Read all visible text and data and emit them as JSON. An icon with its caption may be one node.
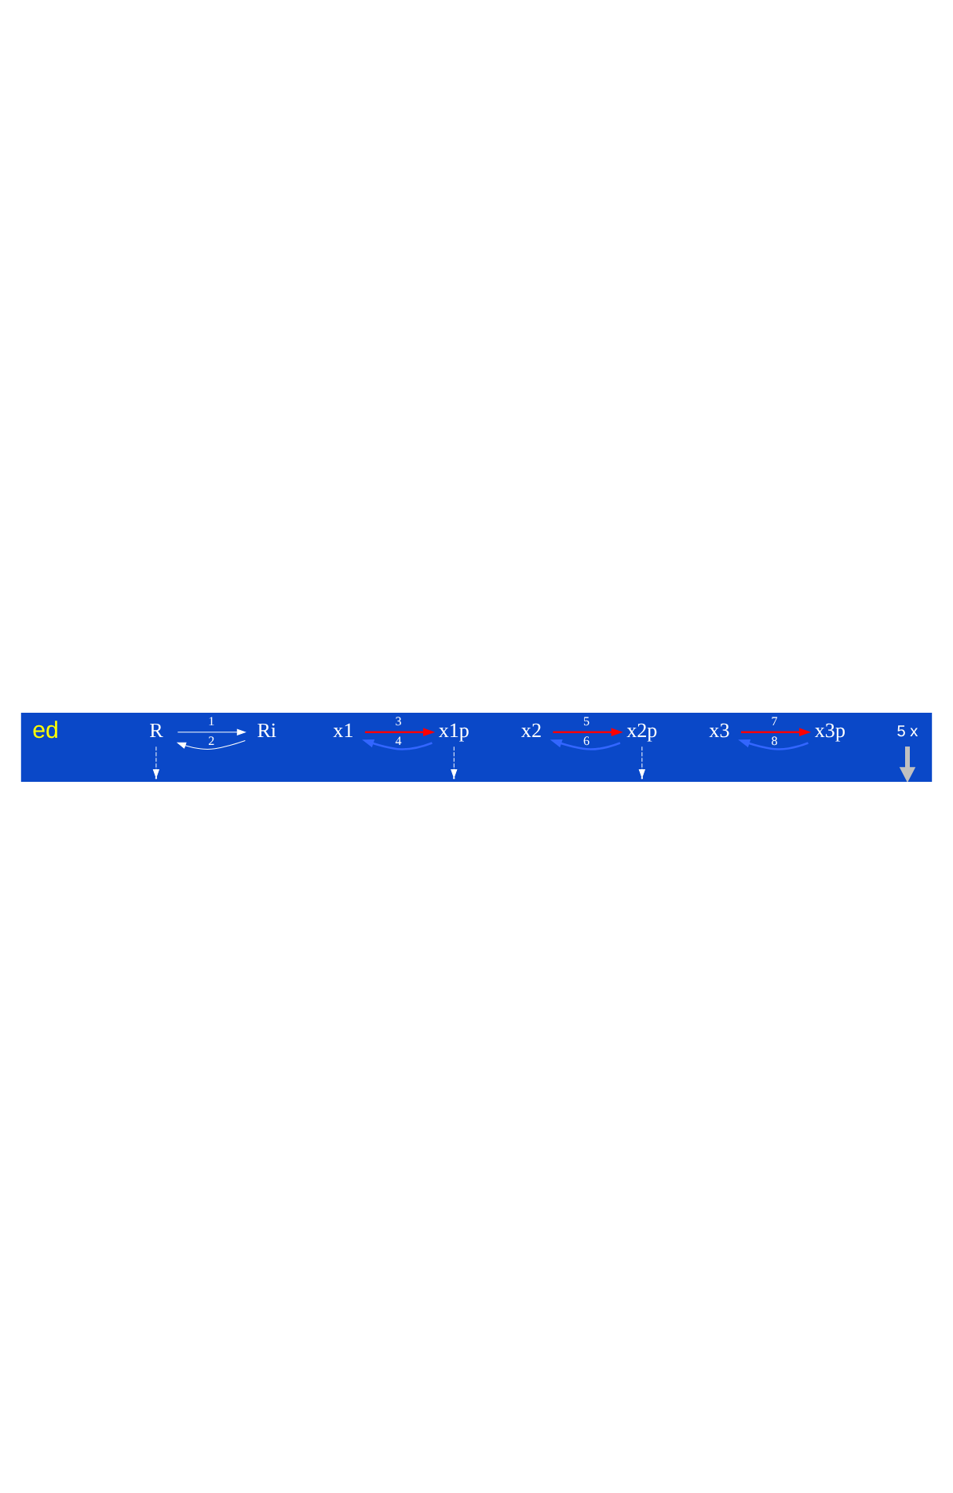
{
  "diagram": {
    "nodes": [
      {
        "text": [
          "R"
        ]
      },
      {
        "text": [
          "Ri"
        ]
      },
      {
        "text": [
          "x1"
        ]
      },
      {
        "text": [
          "x1p"
        ]
      },
      {
        "text": [
          "x2"
        ]
      },
      {
        "text": [
          "x2p"
        ]
      },
      {
        "text": [
          "x3"
        ]
      },
      {
        "text": [
          "x3p"
        ]
      },
      {
        "text": [
          "5 x"
        ]
      }
    ],
    "edges": [
      {
        "from": 0,
        "to": 1,
        "arrow": "to",
        "label": "1"
      },
      {
        "from": 1,
        "to": 0,
        "arrow": "to",
        "label": "2"
      },
      {
        "from": 0,
        "to": null,
        "arrow": "to",
        "style": "dashed"
      },
      {
        "from": 8,
        "to": null,
        "arrow": "to",
        "style": "thick",
        "color": "#c0c0c0"
      },
      {
        "from": 2,
        "to": 3,
        "arrow": "to",
        "label": "3",
        "color": "#ff0000"
      },
      {
        "from": 3,
        "to": 2,
        "arrow": "to",
        "label": "4",
        "color": "#3366ff"
      },
      {
        "from": 3,
        "to": null,
        "arrow": "to",
        "style": "dashed"
      },
      {
        "from": 4,
        "to": 5,
        "arrow": "to",
        "label": "5",
        "color": "#ff0000"
      },
      {
        "from": 5,
        "to": 4,
        "arrow": "to",
        "label": "6",
        "color": "#3366ff"
      },
      {
        "from": 5,
        "to": null,
        "arrow": "to",
        "style": "dashed"
      },
      {
        "from": 6,
        "to": 7,
        "arrow": "to",
        "label": "7",
        "color": "#ff0000"
      },
      {
        "from": 7,
        "to": 6,
        "arrow": "to",
        "label": "8",
        "color": "#3366ff"
      }
    ],
    "labels": [
      "ed"
    ]
  }
}
